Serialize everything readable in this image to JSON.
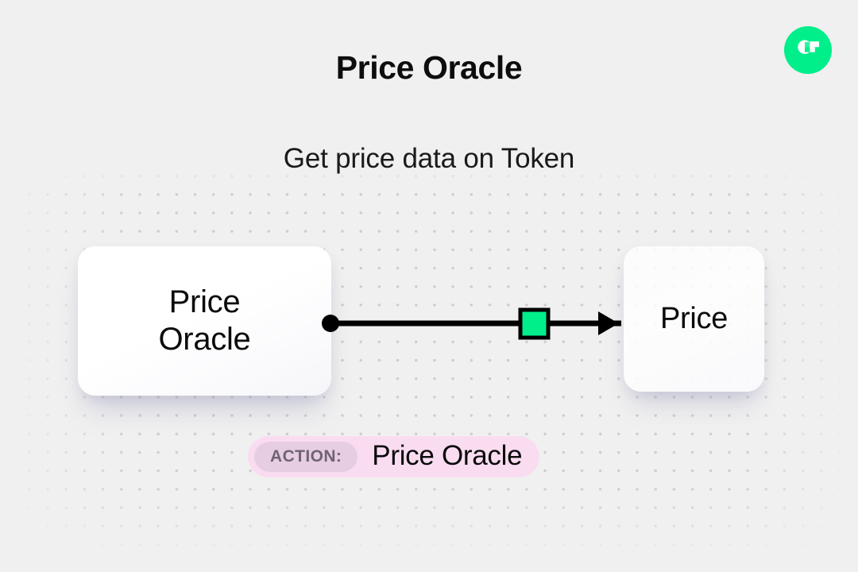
{
  "header": {
    "title": "Price Oracle",
    "subtitle": "Get price data on Token",
    "logo_icon": "flow-logo-icon",
    "logo_color": "#00ef8b"
  },
  "diagram": {
    "source_node": {
      "label": "Price\nOracle",
      "name": "price-oracle-node"
    },
    "target_node": {
      "label": "Price",
      "name": "price-output-node"
    },
    "edge": {
      "start_dot_icon": "edge-start-dot-icon",
      "mid_marker_icon": "edge-green-square-icon",
      "arrow_icon": "edge-arrowhead-icon",
      "line_color": "#000000",
      "marker_color": "#00ef8b"
    }
  },
  "action_badge": {
    "tag": "ACTION:",
    "value": "Price Oracle",
    "background_color": "#fadcf1",
    "tag_background_color": "#e7cde1"
  }
}
